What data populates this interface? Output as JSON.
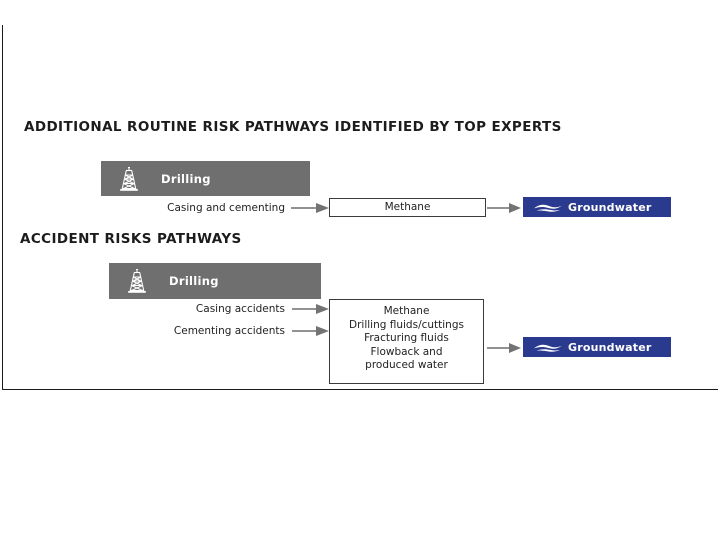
{
  "diagram": {
    "sections": [
      {
        "id": "routine",
        "heading": "ADDITIONAL ROUTINE RISK PATHWAYS IDENTIFIED BY TOP EXPERTS",
        "source": {
          "label": "Drilling",
          "icon": "drilling-rig-icon"
        },
        "pathways": [
          {
            "label": "Casing and cementing"
          }
        ],
        "outcome_box": {
          "items": [
            "Methane"
          ]
        },
        "target": {
          "label": "Groundwater",
          "icon": "water-wave-icon"
        }
      },
      {
        "id": "accident",
        "heading": "ACCIDENT RISKS PATHWAYS",
        "source": {
          "label": "Drilling",
          "icon": "drilling-rig-icon"
        },
        "pathways": [
          {
            "label": "Casing accidents"
          },
          {
            "label": "Cementing accidents"
          }
        ],
        "outcome_box": {
          "items": [
            "Methane",
            "Drilling fluids/cuttings",
            "Fracturing fluids",
            "Flowback and produced water"
          ]
        },
        "target": {
          "label": "Groundwater",
          "icon": "water-wave-icon"
        }
      }
    ],
    "colors": {
      "source_bar": "#6f6f6f",
      "target_badge": "#2a3b8f",
      "arrow": "#7a7a7a",
      "box_border": "#3b3b3b",
      "text": "#1f1f1f",
      "page_background": "#ffffff"
    }
  }
}
